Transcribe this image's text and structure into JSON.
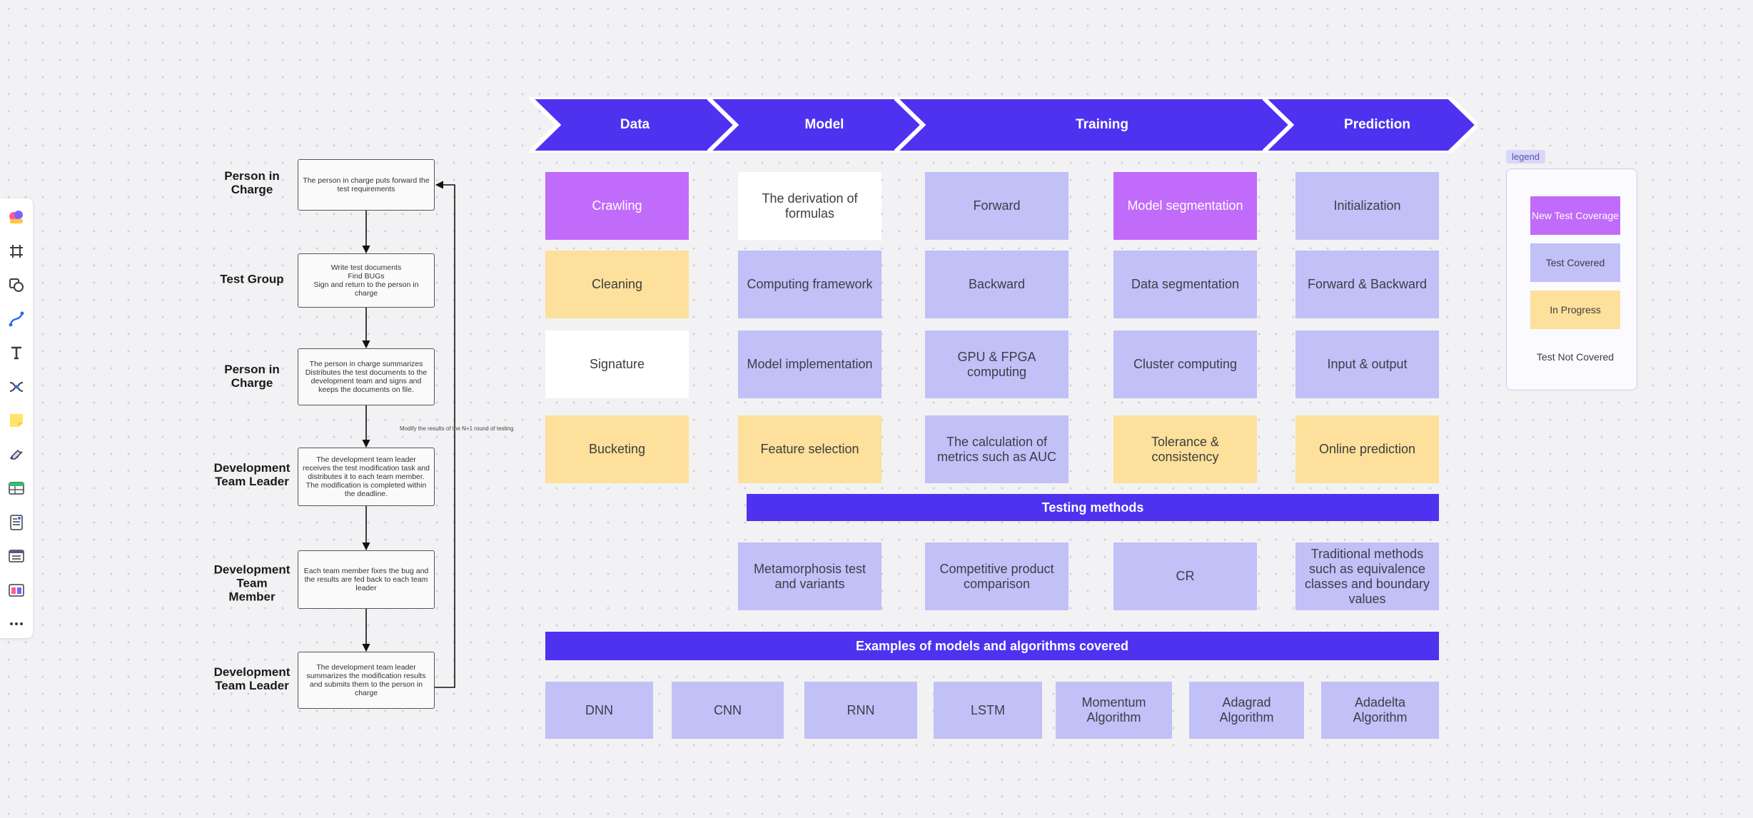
{
  "colors": {
    "new_coverage": "#c06bfa",
    "covered": "#c1c0f7",
    "in_progress": "#fde09b",
    "not_covered": "#ffffff",
    "accent": "#4e32f0"
  },
  "toolbar": {
    "items": [
      {
        "name": "app-logo-icon"
      },
      {
        "name": "frame-icon"
      },
      {
        "name": "shapes-icon"
      },
      {
        "name": "pen-connector-icon"
      },
      {
        "name": "text-icon"
      },
      {
        "name": "mind-map-icon"
      },
      {
        "name": "sticky-note-icon"
      },
      {
        "name": "draw-icon"
      },
      {
        "name": "table-icon"
      },
      {
        "name": "text-document-icon"
      },
      {
        "name": "list-icon"
      },
      {
        "name": "template-icon"
      },
      {
        "name": "more-icon"
      }
    ]
  },
  "flow": {
    "lanes": [
      {
        "label": "Person in\nCharge",
        "box": "The person in charge puts forward the test requirements"
      },
      {
        "label": "Test Group",
        "box": "Write test documents\nFind BUGs\nSign and return to the person in charge"
      },
      {
        "label": "Person in\nCharge",
        "box": "The person in charge summarizes\nDistributes the test documents to the development team and signs and keeps the documents on file."
      },
      {
        "label": "Development\nTeam Leader",
        "box": "The development team leader receives the test modification task and distributes it to each team member. The modification is completed within the deadline."
      },
      {
        "label": "Development\nTeam\nMember",
        "box": "Each team member fixes the bug and the results are fed back to each team leader"
      },
      {
        "label": "Development\nTeam Leader",
        "box": "The development team leader summarizes the modification results and submits them to the person in charge"
      }
    ],
    "feedback_label": "Modify the results of the N+1 round of testing"
  },
  "stages": [
    "Data",
    "Model",
    "Training",
    "Prediction"
  ],
  "grid": {
    "columns": [
      [
        {
          "text": "Crawling",
          "status": "new"
        },
        {
          "text": "Cleaning",
          "status": "progress"
        },
        {
          "text": "Signature",
          "status": "notcovered"
        },
        {
          "text": "Bucketing",
          "status": "progress"
        }
      ],
      [
        {
          "text": "The derivation of formulas",
          "status": "notcovered"
        },
        {
          "text": "Computing framework",
          "status": "covered"
        },
        {
          "text": "Model implementation",
          "status": "covered"
        },
        {
          "text": "Feature selection",
          "status": "progress"
        }
      ],
      [
        {
          "text": "Forward",
          "status": "covered"
        },
        {
          "text": "Backward",
          "status": "covered"
        },
        {
          "text": "GPU & FPGA computing",
          "status": "covered"
        },
        {
          "text": "The calculation of metrics such as AUC",
          "status": "covered"
        }
      ],
      [
        {
          "text": "Model segmentation",
          "status": "new"
        },
        {
          "text": "Data segmentation",
          "status": "covered"
        },
        {
          "text": "Cluster computing",
          "status": "covered"
        },
        {
          "text": "Tolerance & consistency",
          "status": "progress"
        }
      ],
      [
        {
          "text": "Initialization",
          "status": "covered"
        },
        {
          "text": "Forward & Backward",
          "status": "covered"
        },
        {
          "text": "Input & output",
          "status": "covered"
        },
        {
          "text": "Online prediction",
          "status": "progress"
        }
      ]
    ]
  },
  "testing_methods": {
    "title": "Testing methods",
    "items": [
      "Metamorphosis test and variants",
      "Competitive product comparison",
      "CR",
      "Traditional methods such as equivalence classes and boundary values"
    ]
  },
  "examples": {
    "title": "Examples of models and algorithms covered",
    "items": [
      "DNN",
      "CNN",
      "RNN",
      "LSTM",
      "Momentum Algorithm",
      "Adagrad Algorithm",
      "Adadelta Algorithm"
    ]
  },
  "legend": {
    "tag": "legend",
    "items": [
      {
        "text": "New Test Coverage",
        "status": "new"
      },
      {
        "text": "Test Covered",
        "status": "covered"
      },
      {
        "text": "In Progress",
        "status": "progress"
      },
      {
        "text": "Test Not Covered",
        "status": "notcovered"
      }
    ]
  }
}
